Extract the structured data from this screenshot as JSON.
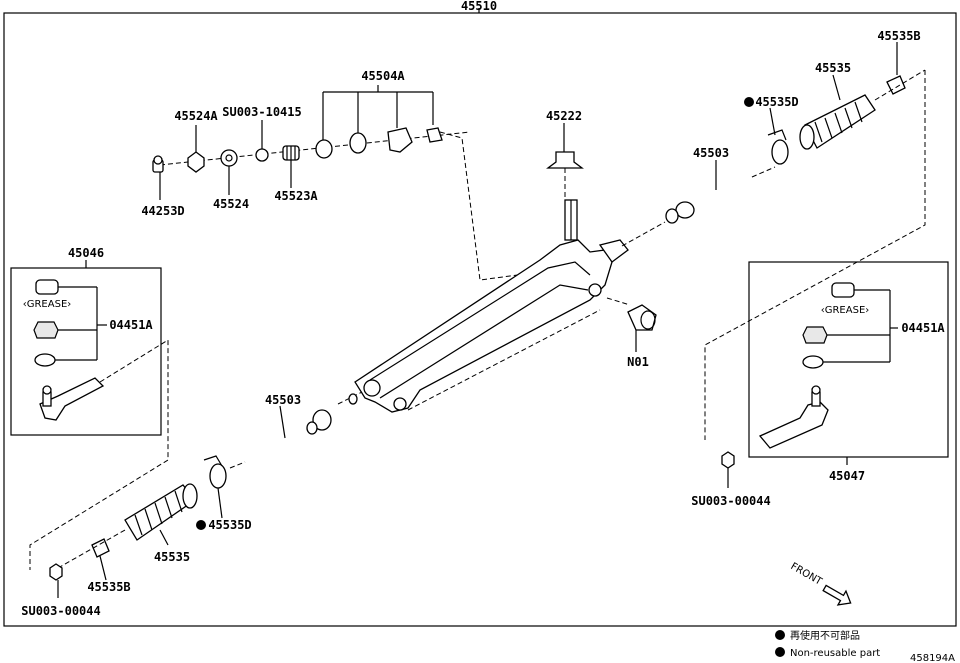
{
  "labels": {
    "assembly": "45510",
    "boot_clamp_top": "45535B",
    "boot_top": "45535",
    "clip_top": "45535D",
    "rack_bush": "45504A",
    "bush_45524A": "45524A",
    "su_10415": "SU003-10415",
    "cap_44253D": "44253D",
    "part_45524": "45524",
    "part_45523A": "45523A",
    "part_45222": "45222",
    "rod_top": "45503",
    "n01": "N01",
    "kit_left": "45046",
    "grease_left": "‹GREASE›",
    "kit_part_left": "04451A",
    "rod_bottom": "45503",
    "clip_bottom": "45535D",
    "boot_bottom": "45535",
    "clamp_bottom": "45535B",
    "nut_left": "SU003-00044",
    "kit_right": "45047",
    "grease_right": "‹GREASE›",
    "kit_part_right": "04451A",
    "nut_right": "SU003-00044",
    "front": "FRONT"
  },
  "legend": {
    "jp": "再使用不可部品",
    "en": "Non-reusable part"
  },
  "figure_id": "458194A",
  "colors": {
    "line": "#000000",
    "background": "#ffffff"
  }
}
